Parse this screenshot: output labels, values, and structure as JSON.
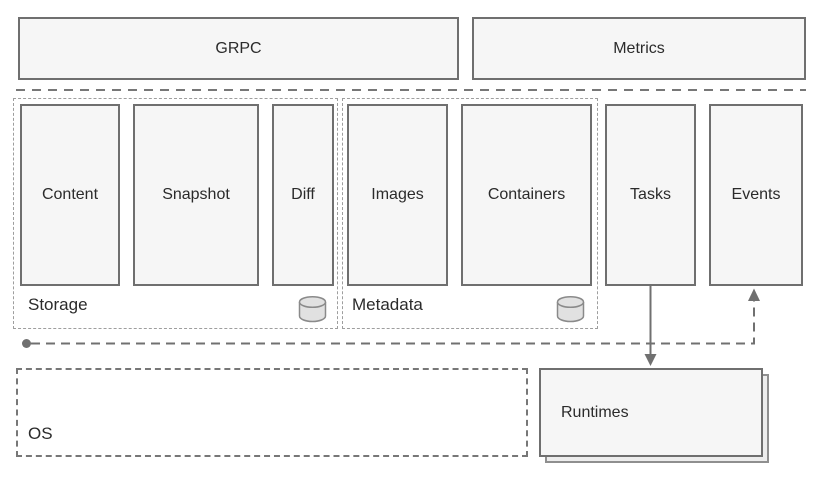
{
  "top_row": {
    "grpc_label": "GRPC",
    "metrics_label": "Metrics"
  },
  "groups": {
    "storage": {
      "label": "Storage",
      "services": [
        "Content",
        "Snapshot",
        "Diff"
      ],
      "icon": "database-icon"
    },
    "metadata": {
      "label": "Metadata",
      "services": [
        "Images",
        "Containers"
      ],
      "icon": "database-icon"
    }
  },
  "services": {
    "tasks_label": "Tasks",
    "events_label": "Events"
  },
  "bottom": {
    "os_label": "OS",
    "runtimes_label": "Runtimes"
  },
  "connectors": {
    "tasks_to_runtimes": "solid-arrow-down",
    "events_feed": "dashed-dot-to-arrow-into-events"
  },
  "colors": {
    "box_fill": "#f6f6f6",
    "box_border": "#6f6f6f",
    "dash": "#777777",
    "group_dash": "#9e9e9e",
    "text": "#2b2b2b",
    "cyl_fill": "#e1e1e1",
    "cyl_stroke": "#8a8a8a",
    "shadow_fill": "#ededed",
    "arrow": "#707070"
  }
}
